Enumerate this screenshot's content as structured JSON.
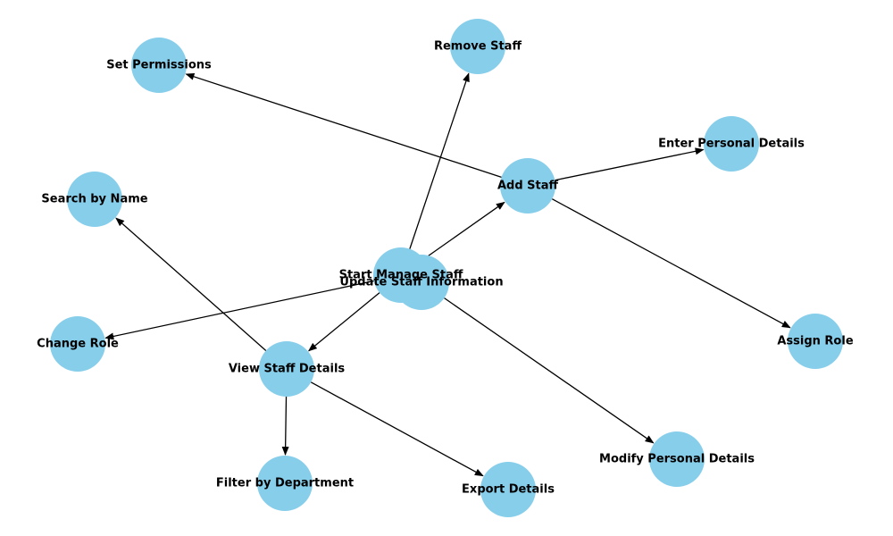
{
  "colors": {
    "node_fill": "#87CEEB",
    "edge": "#000000",
    "text": "#000000"
  },
  "nodes": [
    {
      "id": "start",
      "label": "Start Manage Staff"
    },
    {
      "id": "update",
      "label": "Update Staff Information"
    },
    {
      "id": "add",
      "label": "Add Staff"
    },
    {
      "id": "remove",
      "label": "Remove Staff"
    },
    {
      "id": "perms",
      "label": "Set Permissions"
    },
    {
      "id": "personal",
      "label": "Enter Personal Details"
    },
    {
      "id": "search",
      "label": "Search by Name"
    },
    {
      "id": "change",
      "label": "Change Role"
    },
    {
      "id": "assign",
      "label": "Assign Role"
    },
    {
      "id": "view",
      "label": "View Staff Details"
    },
    {
      "id": "filter",
      "label": "Filter by Department"
    },
    {
      "id": "export",
      "label": "Export Details"
    },
    {
      "id": "modify",
      "label": "Modify Personal Details"
    }
  ],
  "edges": [
    {
      "from": "start",
      "to": "add"
    },
    {
      "from": "start",
      "to": "remove"
    },
    {
      "from": "start",
      "to": "view"
    },
    {
      "from": "start",
      "to": "change"
    },
    {
      "from": "add",
      "to": "perms"
    },
    {
      "from": "add",
      "to": "personal"
    },
    {
      "from": "add",
      "to": "assign"
    },
    {
      "from": "view",
      "to": "search"
    },
    {
      "from": "view",
      "to": "filter"
    },
    {
      "from": "view",
      "to": "export"
    },
    {
      "from": "update",
      "to": "modify"
    }
  ]
}
